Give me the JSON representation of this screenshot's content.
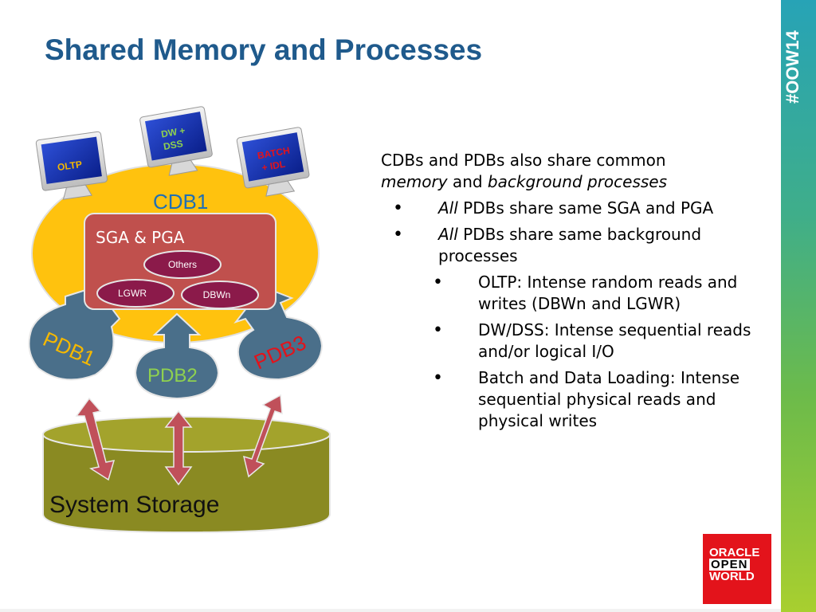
{
  "slide": {
    "title": "Shared Memory and Processes",
    "hashtag": "#OOW14"
  },
  "diagram": {
    "cdb_label": "CDB1",
    "sga_label": "SGA & PGA",
    "processes": [
      "Others",
      "LGWR",
      "DBWn"
    ],
    "pdbs": [
      "PDB1",
      "PDB2",
      "PDB3"
    ],
    "storage_label": "System Storage",
    "monitors": [
      {
        "lines": [
          "OLTP"
        ],
        "color": "#f5b800"
      },
      {
        "lines": [
          "DW +",
          "DSS"
        ],
        "color": "#8fd14f"
      },
      {
        "lines": [
          "BATCH",
          "+ IDL"
        ],
        "color": "#e3131b"
      }
    ],
    "colors": {
      "cdb_fill": "#ffc20e",
      "sga_fill": "#c0504d",
      "process_fill": "#8b1a4a",
      "pdb_fill": "#4a6f8a",
      "storage_fill": "#8a8a22",
      "arrow_fill": "#c0505a",
      "cdb_text": "#1f6fb5",
      "pdb1_text": "#f5b800",
      "pdb2_text": "#8fd14f",
      "pdb3_text": "#e3131b"
    }
  },
  "content": {
    "intro_line1": "CDBs and PDBs also share common",
    "intro_line2_em1": "memory",
    "intro_line2_mid": " and ",
    "intro_line2_em2": "background processes",
    "bullets_l1": [
      {
        "em": "All",
        "text": " PDBs share same SGA and PGA"
      },
      {
        "em": "All",
        "text": " PDBs share same background processes"
      }
    ],
    "bullets_l2": [
      "OLTP: Intense random reads and writes (DBWn and LGWR)",
      "DW/DSS: Intense sequential reads and/or logical I/O",
      "Batch and Data Loading: Intense sequential physical reads and physical writes"
    ],
    "bullet_char": "•"
  },
  "logo": {
    "line1": "ORACLE",
    "line2": "OPEN",
    "line3": "WORLD"
  }
}
